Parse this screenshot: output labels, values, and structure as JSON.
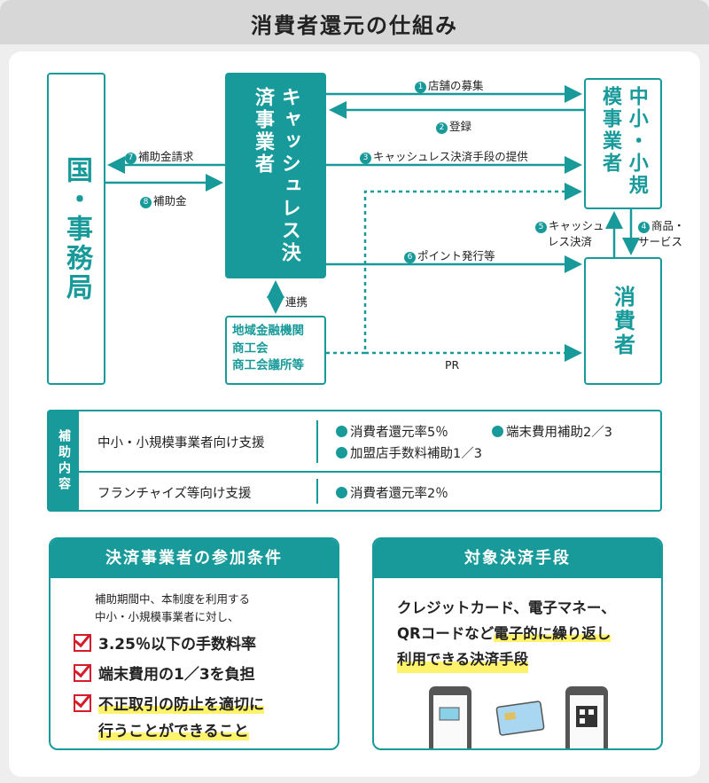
{
  "title": "消費者還元の仕組み",
  "nodes": {
    "kokuji": "国・事務局",
    "cashless": "キャッシュレス決済事業者",
    "chusho": "中小・小規模事業者",
    "shohisha": "消費者",
    "chiiki_lines": [
      "地域金融機関",
      "商工会",
      "商工会議所等"
    ]
  },
  "flows": [
    {
      "num": "1",
      "text": "店舗の募集"
    },
    {
      "num": "2",
      "text": "登録"
    },
    {
      "num": "3",
      "text": "キャッシュレス決済手段の提供"
    },
    {
      "num": "4",
      "text": "商品・",
      "text2": "サービス"
    },
    {
      "num": "5",
      "text": "キャッシュ",
      "text2": "レス決済"
    },
    {
      "num": "6",
      "text": "ポイント発行等"
    },
    {
      "num": "7",
      "text": "補助金請求"
    },
    {
      "num": "8",
      "text": "補助金"
    }
  ],
  "renkei": "連携",
  "pr": "PR",
  "subsidy": {
    "header": "補助内容",
    "rows": [
      {
        "label": "中小・小規模事業者向け支援",
        "items": [
          "消費者還元率5％",
          "端末費用補助2／3",
          "加盟店手数料補助1／3"
        ]
      },
      {
        "label": "フランチャイズ等向け支援",
        "items": [
          "消費者還元率2％"
        ]
      }
    ]
  },
  "conditions": {
    "title": "決済事業者の参加条件",
    "intro": [
      "補助期間中、本制度を利用する",
      "中小・小規模事業者に対し、"
    ],
    "items": [
      "3.25％以下の手数料率",
      "端末費用の1／3を負担",
      "不正取引の防止を適切に",
      "行うことができること"
    ]
  },
  "means": {
    "title": "対象決済手段",
    "line1": "クレジットカード、電子マネー、",
    "line2a": "QRコードなど",
    "line2b": "電子的に繰り返し",
    "line3": "利用できる決済手段"
  },
  "colors": {
    "accent": "#189a9a",
    "check": "#d61c2c",
    "highlight": "#fff36b"
  }
}
